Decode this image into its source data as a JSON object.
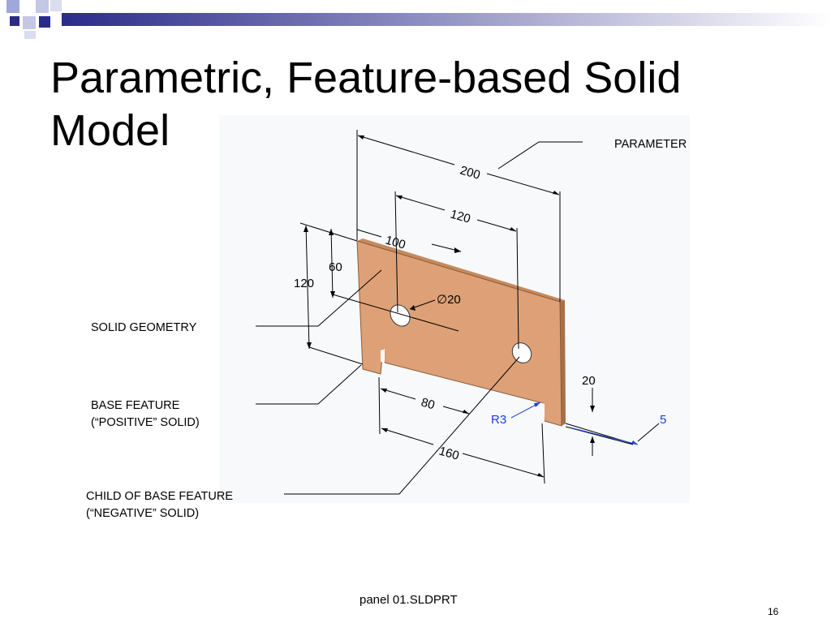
{
  "slide": {
    "title_line1": "Parametric, Feature-based Solid",
    "title_line2": "Model",
    "filename": "panel 01.SLDPRT",
    "slide_number": "16"
  },
  "callouts": {
    "parameter": "PARAMETER",
    "solid_geometry": "SOLID GEOMETRY",
    "base_feature_line1": "BASE FEATURE",
    "base_feature_line2": "(“POSITIVE” SOLID)",
    "child_line1": "CHILD OF BASE FEATURE",
    "child_line2": "(“NEGATIVE” SOLID)"
  },
  "dimensions": {
    "d200": "200",
    "d120_top": "120",
    "d100": "100",
    "d60": "60",
    "d120_left": "120",
    "hole_dia": "∅20",
    "d20": "20",
    "d80": "80",
    "r3": "R3",
    "d5": "5",
    "d160": "160"
  },
  "colors": {
    "panel_face": "#dea177",
    "panel_edge": "#b07650",
    "dimension_line": "#000000",
    "blue_dimension": "#1a3fd6",
    "theme_blue": "#2b2b8a"
  }
}
